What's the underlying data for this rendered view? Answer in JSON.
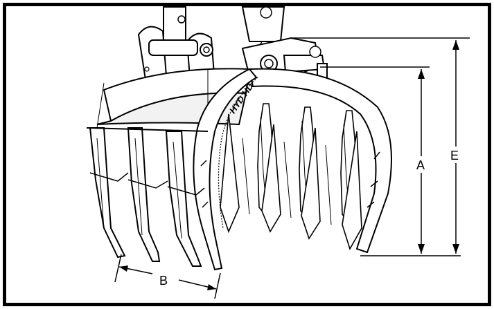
{
  "diagram": {
    "dimensions": {
      "a": "A",
      "b": "B",
      "e": "E"
    },
    "logo": "HYD HD",
    "colors": {
      "stroke": "#000000",
      "fill": "#ffffff",
      "shade": "#e6e6e6"
    }
  }
}
